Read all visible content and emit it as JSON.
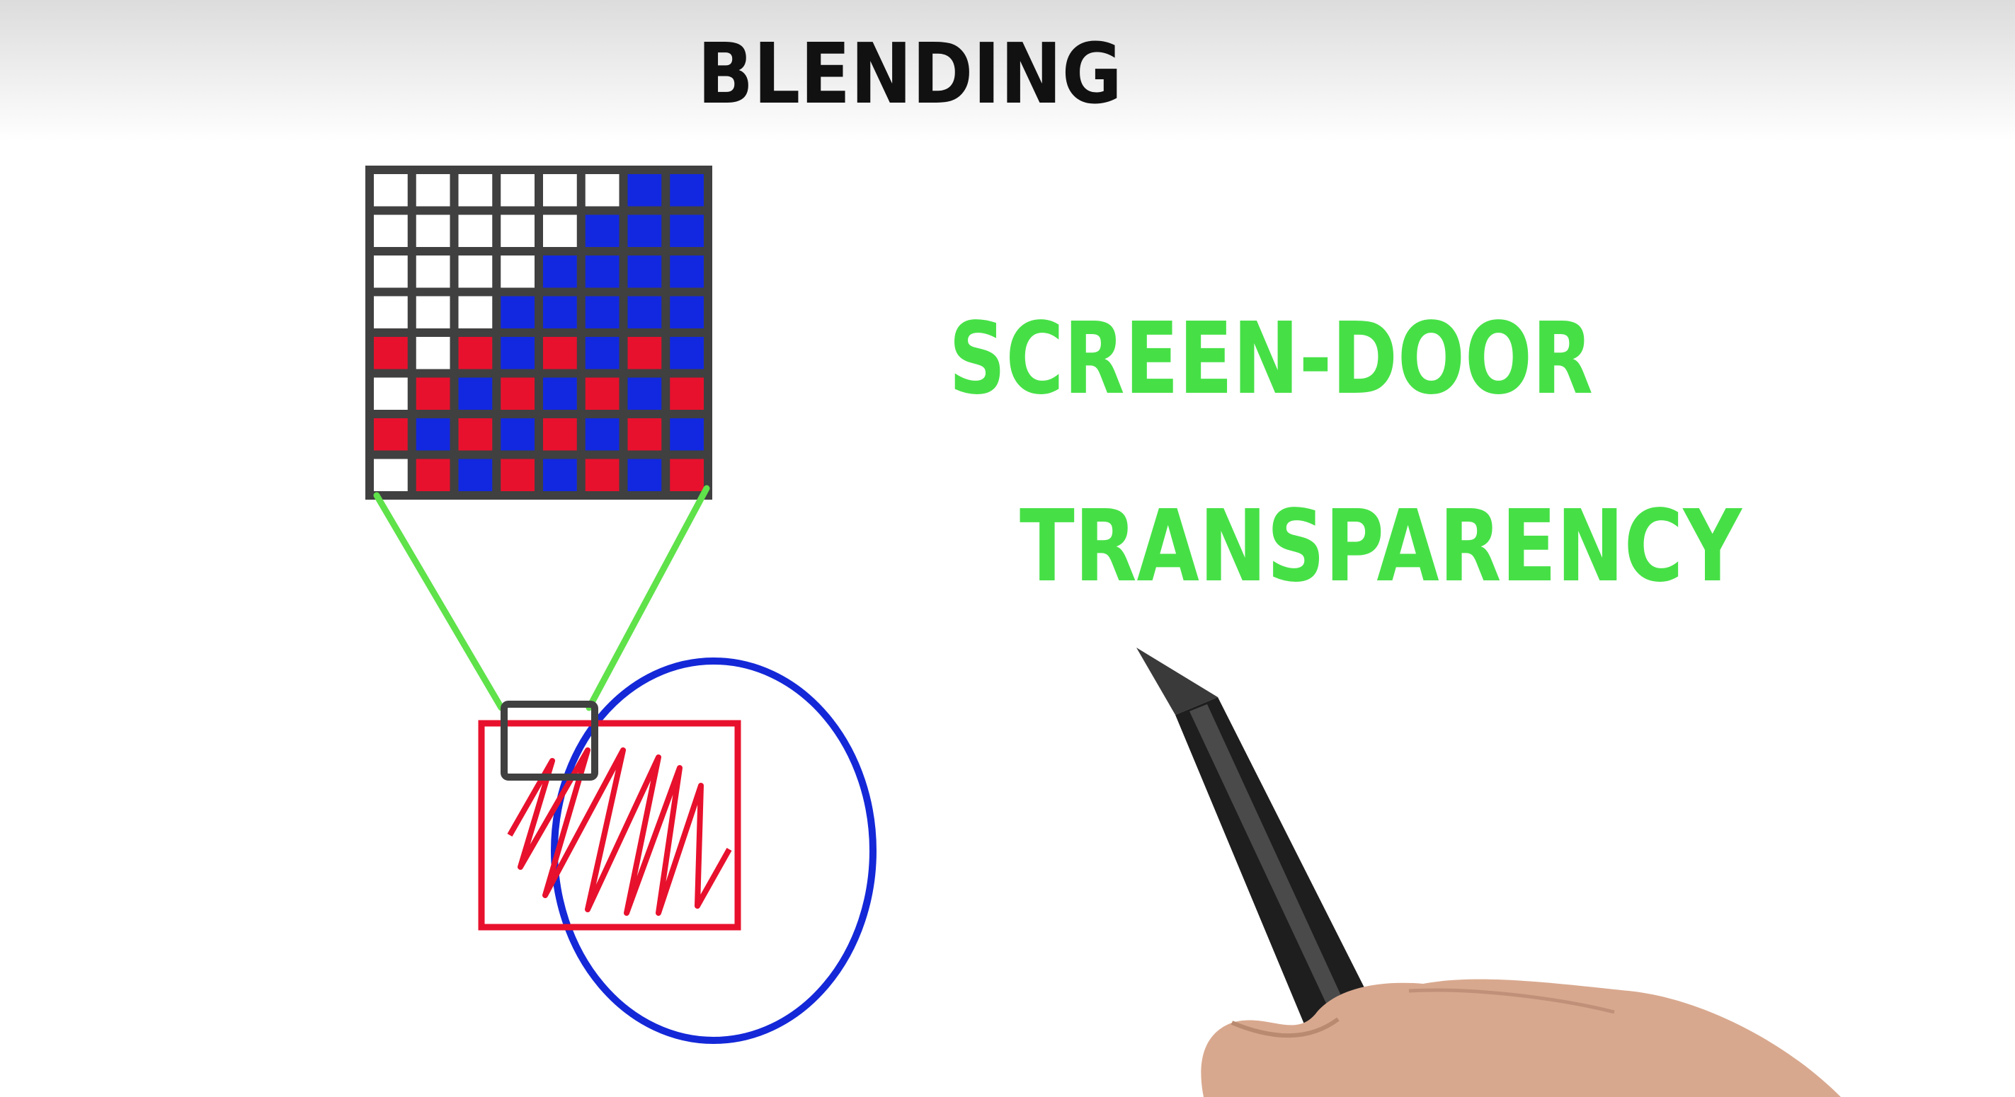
{
  "title": "BLENDING",
  "label_line1": "SCREEN-DOOR",
  "label_line2": "TRANSPARENCY",
  "colors": {
    "title": "#111111",
    "label": "#46e046",
    "grid_line": "#404040",
    "red": "#e8112d",
    "blue": "#1228e0",
    "green": "#5fe24a",
    "circle": "#1428d8"
  },
  "grid": {
    "rows": [
      "WWWWWWBB",
      "WWWWWBBB",
      "WWWWBBBB",
      "WWWBBBBB",
      "RWRBRBRB",
      "WRBRBRBR",
      "RBRBRBRB",
      "WRBRBRBR"
    ]
  },
  "icons": {
    "pen": "pen-icon",
    "hand": "hand-icon"
  }
}
